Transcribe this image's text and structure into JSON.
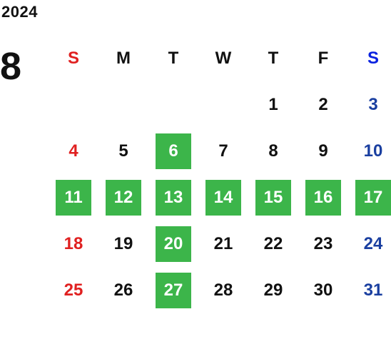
{
  "year": "2024",
  "month": "8",
  "colors": {
    "sunday": "#e02020",
    "saturday": "#1a3fa0",
    "saturday_header": "#0a22e0",
    "weekday": "#111111",
    "highlight_bg": "#3cb54a",
    "highlight_text": "#ffffff"
  },
  "weekdays": [
    "S",
    "M",
    "T",
    "W",
    "T",
    "F",
    "S"
  ],
  "weeks": [
    [
      {
        "d": ""
      },
      {
        "d": ""
      },
      {
        "d": ""
      },
      {
        "d": ""
      },
      {
        "d": "1"
      },
      {
        "d": "2"
      },
      {
        "d": "3"
      }
    ],
    [
      {
        "d": "4"
      },
      {
        "d": "5"
      },
      {
        "d": "6",
        "hl": true
      },
      {
        "d": "7"
      },
      {
        "d": "8"
      },
      {
        "d": "9"
      },
      {
        "d": "10"
      }
    ],
    [
      {
        "d": "11",
        "hl": true
      },
      {
        "d": "12",
        "hl": true
      },
      {
        "d": "13",
        "hl": true
      },
      {
        "d": "14",
        "hl": true
      },
      {
        "d": "15",
        "hl": true
      },
      {
        "d": "16",
        "hl": true
      },
      {
        "d": "17",
        "hl": true
      }
    ],
    [
      {
        "d": "18"
      },
      {
        "d": "19"
      },
      {
        "d": "20",
        "hl": true
      },
      {
        "d": "21"
      },
      {
        "d": "22"
      },
      {
        "d": "23"
      },
      {
        "d": "24"
      }
    ],
    [
      {
        "d": "25"
      },
      {
        "d": "26"
      },
      {
        "d": "27",
        "hl": true
      },
      {
        "d": "28"
      },
      {
        "d": "29"
      },
      {
        "d": "30"
      },
      {
        "d": "31"
      }
    ]
  ]
}
